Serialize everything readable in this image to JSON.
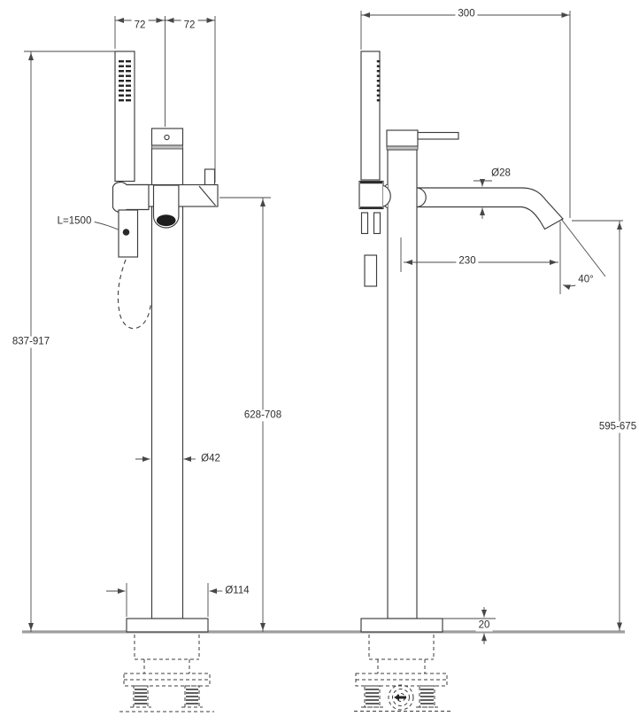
{
  "dimensions": {
    "front": {
      "handset_offset": "72",
      "spout_offset": "72",
      "overall_height": "837-917",
      "hose_length": "L=1500",
      "spout_height": "628-708",
      "column_diameter": "Ø42",
      "base_diameter": "Ø114"
    },
    "side": {
      "overall_depth": "300",
      "spout_tube_diameter": "Ø28",
      "spout_reach": "230",
      "spout_angle": "40°",
      "outlet_height": "595-675",
      "base_plate_thickness": "20"
    }
  },
  "colors": {
    "outline": "#3c3c3c",
    "dimension_line": "#4a4a4a",
    "floor_line": "#9e9e9e",
    "background": "#ffffff",
    "text": "#2e2e2e"
  }
}
